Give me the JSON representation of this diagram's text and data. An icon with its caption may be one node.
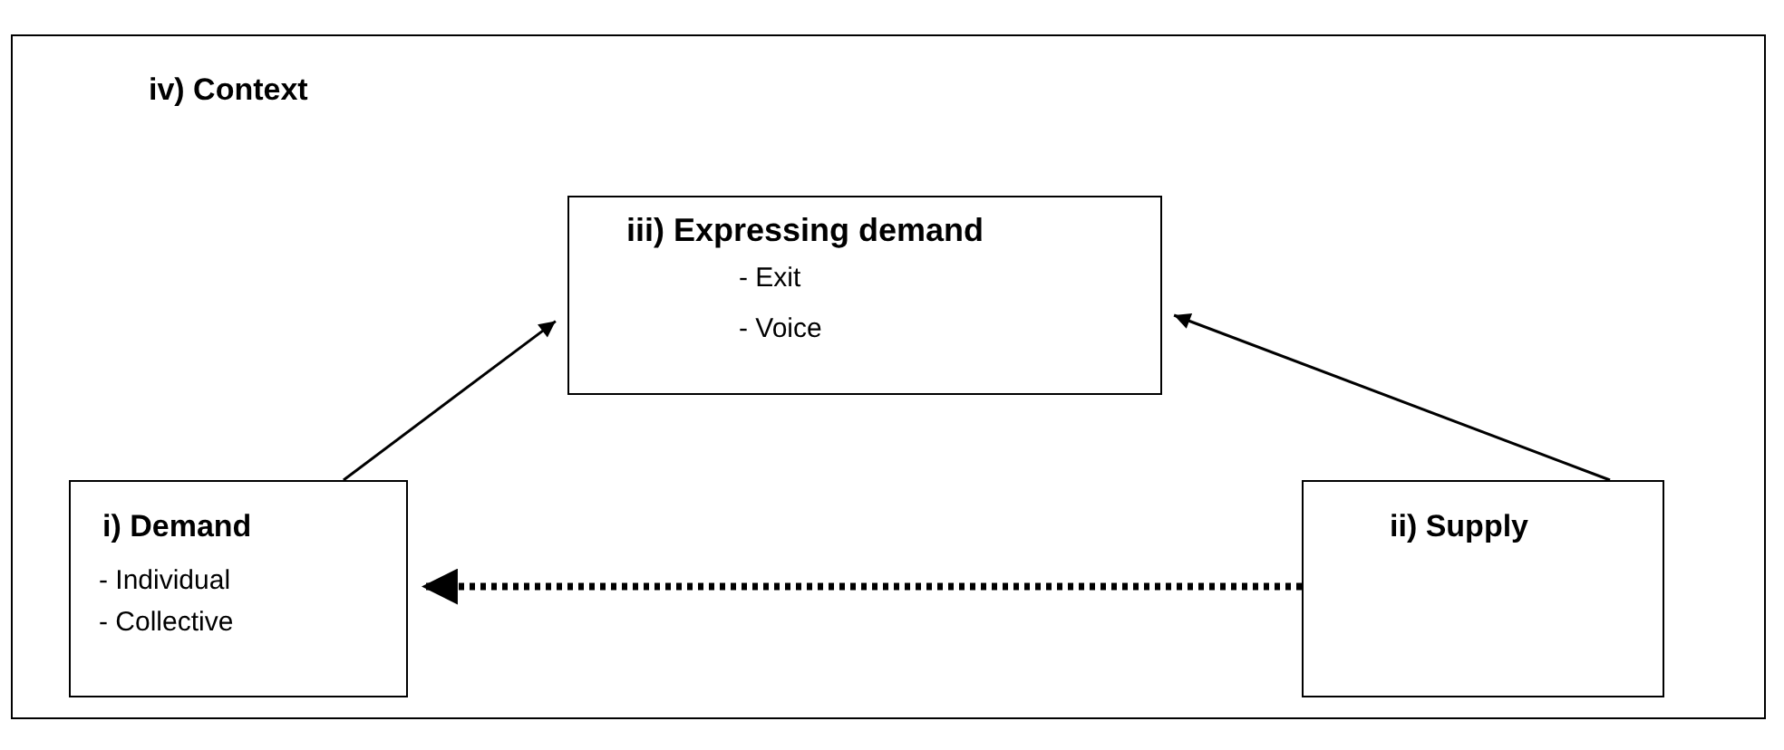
{
  "diagram": {
    "nodes": [
      {
        "text": [
          "iv) Context"
        ]
      },
      {
        "text": [
          "iii) Expressing demand",
          "- Exit",
          "- Voice"
        ],
        "in": 0
      },
      {
        "text": [
          "i) Demand",
          "- Individual",
          "- Collective"
        ],
        "in": 0
      },
      {
        "text": [
          "ii) Supply"
        ],
        "in": 0
      }
    ],
    "edges": [
      {
        "from": 2,
        "to": 1,
        "arrow": "to"
      },
      {
        "from": 3,
        "to": 1,
        "arrow": "to"
      },
      {
        "from": 3,
        "to": 2,
        "arrow": "to",
        "style": "dashed"
      }
    ]
  }
}
